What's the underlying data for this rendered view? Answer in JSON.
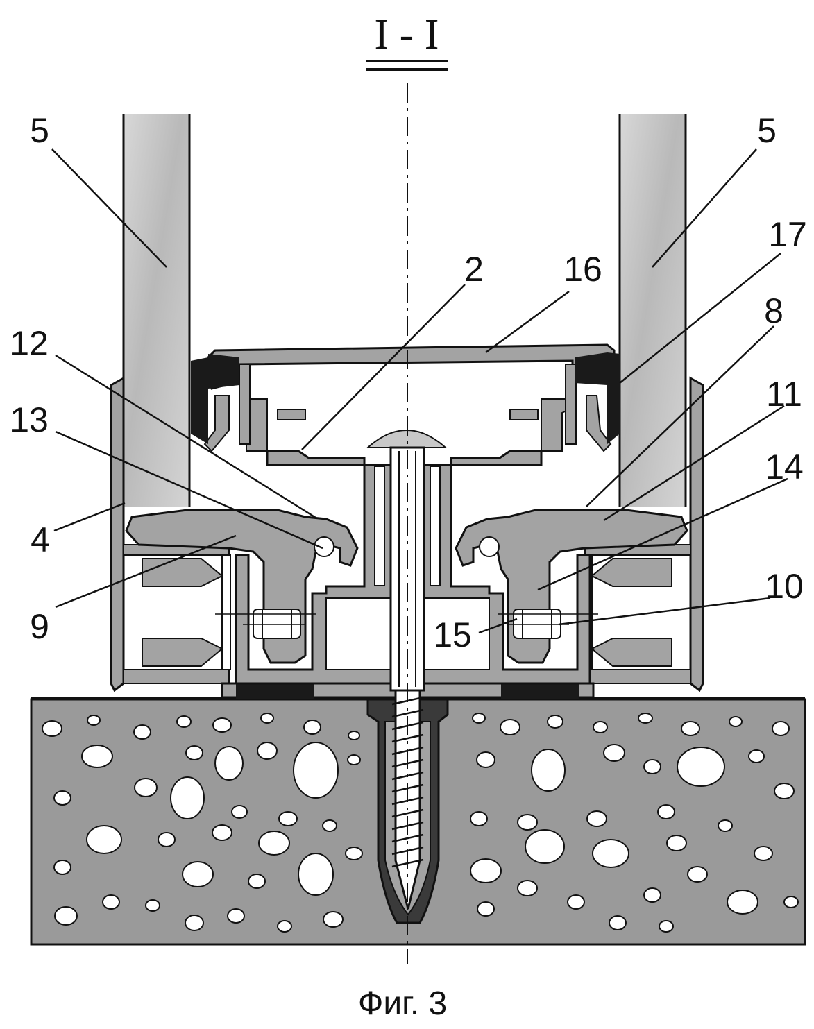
{
  "title": "I - I",
  "caption": "Фиг. 3",
  "labels": {
    "l5_left": "5",
    "l5_right": "5",
    "l2": "2",
    "l16": "16",
    "l17": "17",
    "l8": "8",
    "l12": "12",
    "l13": "13",
    "l11": "11",
    "l14": "14",
    "l4": "4",
    "l9": "9",
    "l10": "10",
    "l15": "15"
  },
  "colors": {
    "material": "#a3a3a3",
    "glass": "#c8c8c8",
    "concrete": "#9a9a9a",
    "seal": "#1a1a1a",
    "line": "#111111"
  }
}
